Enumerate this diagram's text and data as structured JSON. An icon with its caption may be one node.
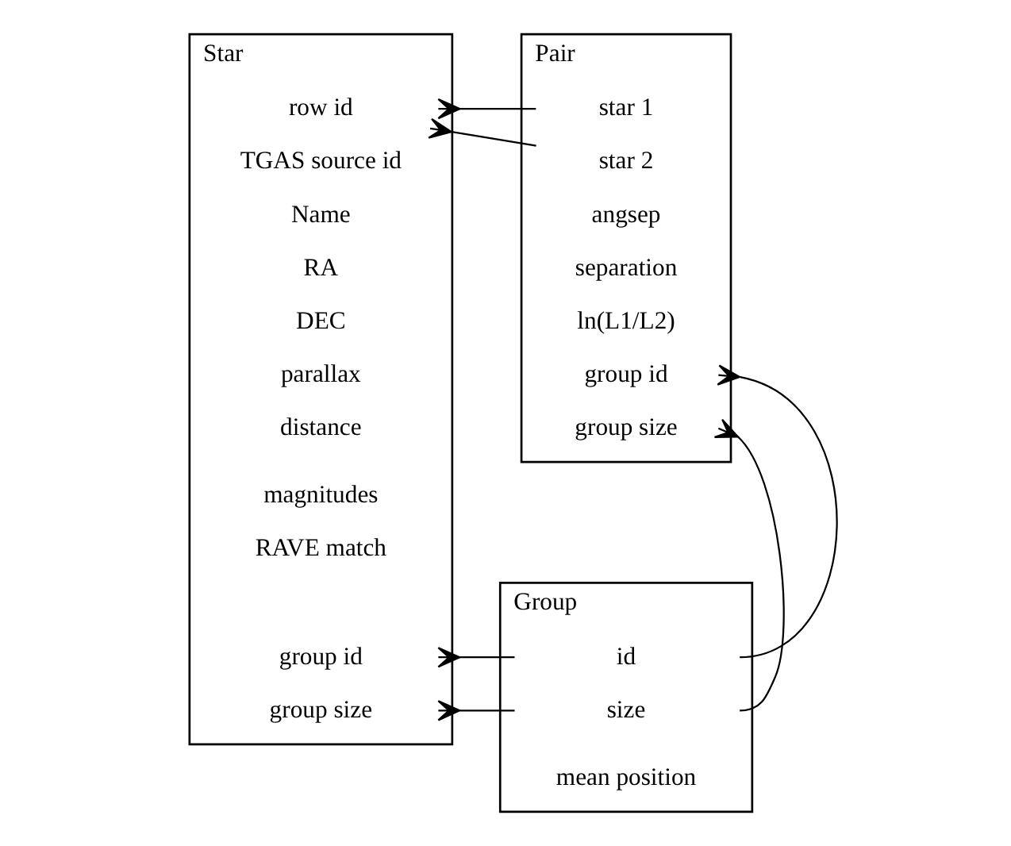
{
  "diagram": {
    "nodes": [
      {
        "text": [
          "Star"
        ]
      },
      {
        "text": [
          "row id"
        ],
        "in": 0
      },
      {
        "text": [
          "TGAS source id"
        ],
        "in": 0
      },
      {
        "text": [
          "Name"
        ],
        "in": 0
      },
      {
        "text": [
          "RA"
        ],
        "in": 0
      },
      {
        "text": [
          "DEC"
        ],
        "in": 0
      },
      {
        "text": [
          "parallax"
        ],
        "in": 0
      },
      {
        "text": [
          "distance"
        ],
        "in": 0
      },
      {
        "text": [
          "magnitudes"
        ],
        "in": 0
      },
      {
        "text": [
          "RAVE match"
        ],
        "in": 0
      },
      {
        "text": [
          "group id"
        ],
        "in": 0
      },
      {
        "text": [
          "group size"
        ],
        "in": 0
      },
      {
        "text": [
          "Pair"
        ]
      },
      {
        "text": [
          "star 1"
        ],
        "in": 12
      },
      {
        "text": [
          "star 2"
        ],
        "in": 12
      },
      {
        "text": [
          "angsep"
        ],
        "in": 12
      },
      {
        "text": [
          "separation"
        ],
        "in": 12
      },
      {
        "text": [
          "ln(L1/L2)"
        ],
        "in": 12
      },
      {
        "text": [
          "group id"
        ],
        "in": 12
      },
      {
        "text": [
          "group size"
        ],
        "in": 12
      },
      {
        "text": [
          "Group"
        ]
      },
      {
        "text": [
          "id"
        ],
        "in": 20
      },
      {
        "text": [
          "size"
        ],
        "in": 20
      },
      {
        "text": [
          "mean position"
        ],
        "in": 20
      }
    ],
    "edges": [
      {
        "from": 1,
        "to": 13,
        "arrow": "other"
      },
      {
        "from": 1,
        "to": 14,
        "arrow": "other"
      },
      {
        "from": 10,
        "to": 21,
        "arrow": "other"
      },
      {
        "from": 11,
        "to": 22,
        "arrow": "other"
      },
      {
        "from": 18,
        "to": 21,
        "arrow": "other"
      },
      {
        "from": 19,
        "to": 22,
        "arrow": "other"
      }
    ]
  }
}
